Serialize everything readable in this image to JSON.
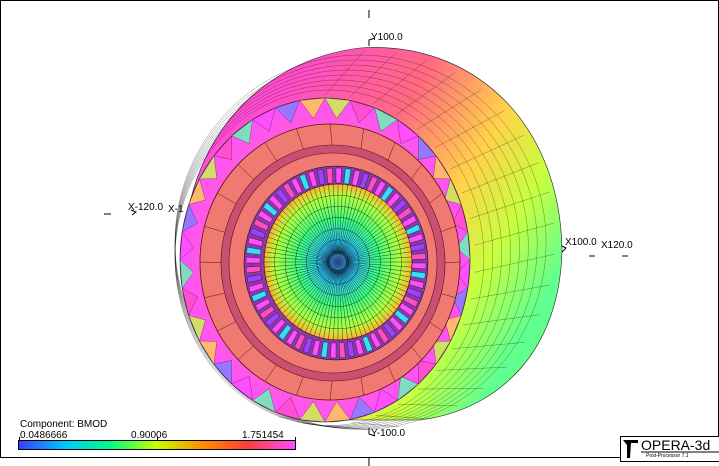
{
  "axes": {
    "y_top": "Y100.0",
    "y_bottom": "Y-100.0",
    "x_left_outer": "X-120.0",
    "x_left_inner": "X-1",
    "x_right_inner": "X100.0",
    "x_right_outer": "X120.0"
  },
  "legend": {
    "title": "Component: BMOD",
    "min": "0.0486666",
    "mid": "0.90006",
    "max": "1.751454"
  },
  "logo": {
    "name": "OPERA-3d",
    "subtitle": "Post-Processor 7.1"
  },
  "colors": {
    "colormap": [
      "#3c3cff",
      "#00c8ff",
      "#00ff80",
      "#c8ff00",
      "#ff8c00",
      "#ff3c3c",
      "#ff4dff"
    ],
    "coil": "#f07a72",
    "coil_edge": "#5a1010"
  }
}
